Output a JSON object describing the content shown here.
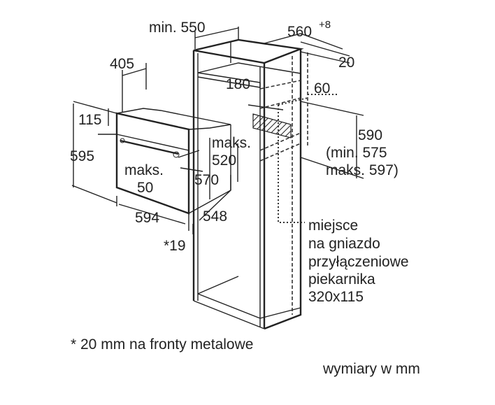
{
  "dimensions": {
    "cabinet_min_depth": "min. 550",
    "cabinet_width": "560",
    "cabinet_width_tolerance": "+8",
    "top_clearance": "20",
    "back_gap": "60",
    "vent_gap": "180",
    "niche_height": "590",
    "niche_height_min": "(min. 575",
    "niche_height_max": "maks. 597)",
    "oven_depth_top": "405",
    "panel_height": "115",
    "oven_height": "595",
    "max_520_a": "maks.",
    "max_520_b": "520",
    "max_50_a": "maks.",
    "max_50_b": "50",
    "oven_inner_height": "570",
    "oven_width": "594",
    "oven_body_width": "548",
    "front_thickness": "*19"
  },
  "socket_note": [
    "miejsce",
    "na gniazdo",
    "przyłączeniowe",
    "piekarnika",
    "320x115"
  ],
  "footnote": "* 20 mm na fronty metalowe",
  "units_note": "wymiary w mm"
}
